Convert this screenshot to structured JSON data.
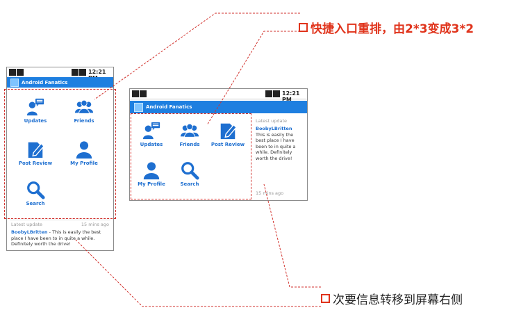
{
  "annotations": {
    "top_label": "快捷入口重排，由2*3变成3*2",
    "bottom_label": "次要信息转移到屏幕右侧"
  },
  "colors": {
    "accent": "#1e7fe0",
    "tile_blue": "#1e6fd0",
    "callout_red": "#e0341c",
    "dash_red": "#d2322d"
  },
  "phone": {
    "time": "12:21 PM",
    "app_title": "Android Fanatics",
    "tiles": [
      {
        "label": "Updates",
        "icon": "updates-icon"
      },
      {
        "label": "Friends",
        "icon": "friends-icon"
      },
      {
        "label": "Post Review",
        "icon": "post-review-icon"
      },
      {
        "label": "My Profile",
        "icon": "profile-icon"
      },
      {
        "label": "Search",
        "icon": "search-icon"
      }
    ],
    "latest_label": "Latest update",
    "timestamp": "15 mins ago",
    "update_author": "BoobyLBritten",
    "update_text": "This is easily the best place I have been to in quite a while. Definitely worth the drive!"
  }
}
